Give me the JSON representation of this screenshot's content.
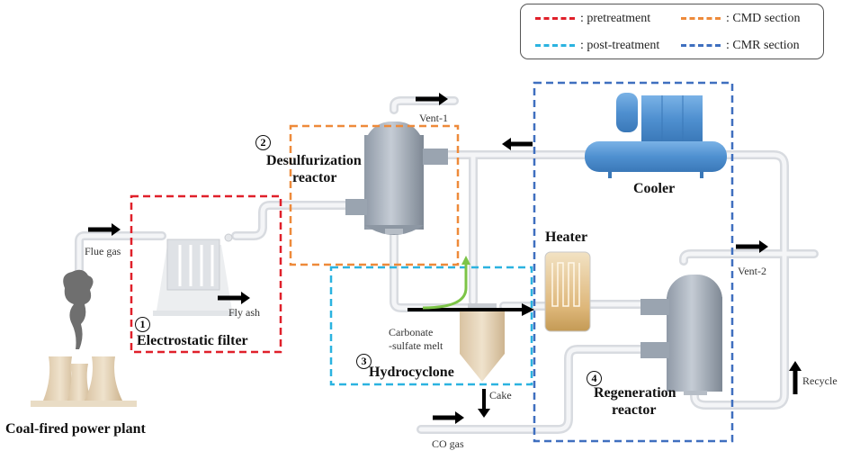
{
  "legend": {
    "items": [
      {
        "label": ": pretreatment",
        "color": "#e0202a"
      },
      {
        "label": ": CMD section",
        "color": "#ee8a3a"
      },
      {
        "label": ": post-treatment",
        "color": "#2bb3e0"
      },
      {
        "label": ": CMR section",
        "color": "#3f6fbf"
      }
    ]
  },
  "sections": {
    "pretreatment_color": "#e0202a",
    "cmd_color": "#ee8a3a",
    "post_color": "#2bb3e0",
    "cmr_color": "#3f6fbf"
  },
  "units": {
    "power_plant": "Coal-fired power plant",
    "filter": {
      "number": "1",
      "label": "Electrostatic filter"
    },
    "desulfurization": {
      "number": "2",
      "label_line1": "Desulfurization",
      "label_line2": "reactor"
    },
    "hydrocyclone": {
      "number": "3",
      "label": "Hydrocyclone"
    },
    "regeneration": {
      "number": "4",
      "label_line1": "Regeneration",
      "label_line2": "reactor"
    },
    "cooler": "Cooler",
    "heater": "Heater"
  },
  "streams": {
    "flue_gas": "Flue gas",
    "fly_ash": "Fly ash",
    "vent1": "Vent-1",
    "vent2": "Vent-2",
    "melt_line1": "Carbonate",
    "melt_line2": "-sulfate melt",
    "cake": "Cake",
    "co_gas": "CO gas",
    "recycle": "Recycle"
  }
}
